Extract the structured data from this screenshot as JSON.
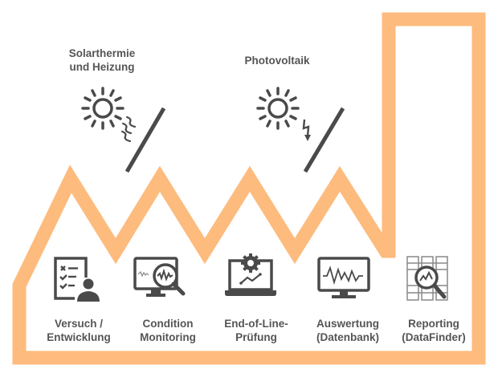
{
  "colors": {
    "factory_outline": "#FDBB7D",
    "icon": "#4a4a4a",
    "text": "#555555",
    "background": "#ffffff"
  },
  "roof_labels": [
    {
      "line1": "Solarthermie",
      "line2": "und Heizung",
      "icon": "sun-icon",
      "accessory": "heat-waves-icon"
    },
    {
      "line1": "Photovoltaik",
      "line2": "",
      "icon": "sun-icon",
      "accessory": "lightning-icon"
    }
  ],
  "applications": [
    {
      "line1": "Versuch /",
      "line2": "Entwicklung",
      "icon": "checklist-person-icon"
    },
    {
      "line1": "Condition",
      "line2": "Monitoring",
      "icon": "monitor-magnifier-icon"
    },
    {
      "line1": "End-of-Line-",
      "line2": "Prüfung",
      "icon": "laptop-gear-icon"
    },
    {
      "line1": "Auswertung",
      "line2": "(Datenbank)",
      "icon": "monitor-waveform-icon"
    },
    {
      "line1": "Reporting",
      "line2": "(DataFinder)",
      "icon": "database-magnifier-icon"
    }
  ]
}
